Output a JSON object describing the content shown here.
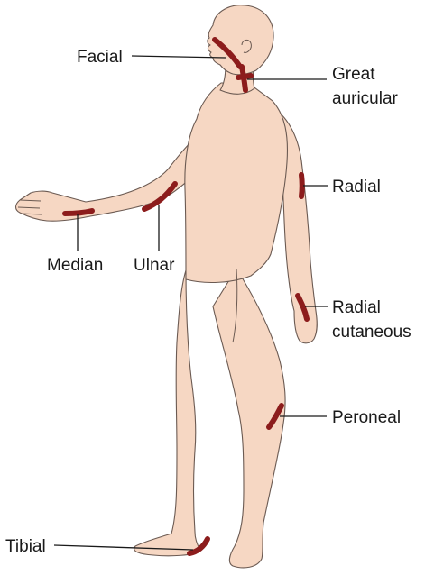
{
  "labels": {
    "facial": "Facial",
    "great_auricular_1": "Great",
    "great_auricular_2": "auricular",
    "radial": "Radial",
    "median": "Median",
    "ulnar": "Ulnar",
    "radial_cutaneous_1": "Radial",
    "radial_cutaneous_2": "cutaneous",
    "peroneal": "Peroneal",
    "tibial": "Tibial"
  },
  "colors": {
    "skin": "#f6d7c3",
    "outline": "#6b5a52",
    "nerve": "#8c1c1c",
    "text": "#1a1a1a"
  }
}
